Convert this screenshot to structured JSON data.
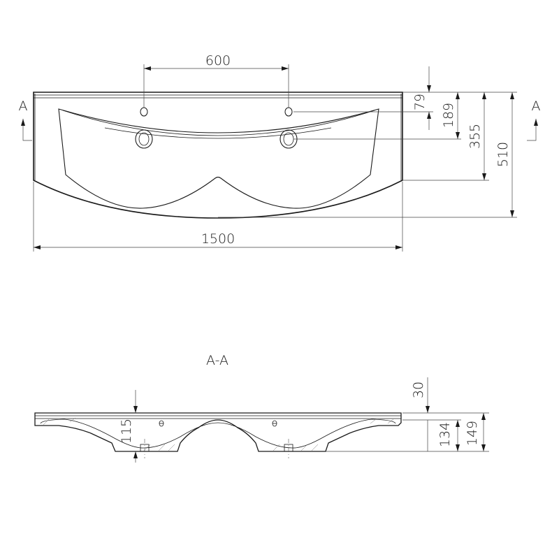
{
  "top_view": {
    "dimensions": {
      "tap_spacing": "600",
      "overall_width": "1500",
      "tap_hole_offset": "79",
      "drain_offset": "189",
      "side_depth": "355",
      "overall_depth": "510"
    },
    "section_marker_left": "A",
    "section_marker_right": "A"
  },
  "section_view": {
    "title": "A-A",
    "dimensions": {
      "rim_thickness": "30",
      "basin_depth": "115",
      "inner_height": "134",
      "overall_height": "149"
    }
  }
}
